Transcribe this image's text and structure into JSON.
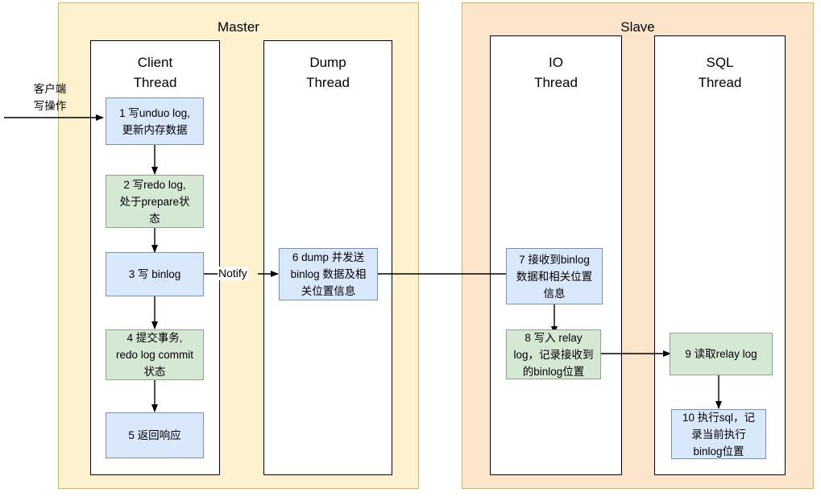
{
  "diagram": {
    "title_master": "Master",
    "title_slave": "Slave",
    "external_label": "客户端\n写操作",
    "notify_label": "Notify"
  },
  "colors": {
    "master_panel_fill": "#fdf1ce",
    "slave_panel_fill": "#fde5cc",
    "panel_stroke": "#d6b656",
    "lane_fill": "#ffffff",
    "lane_stroke": "#000000",
    "blue_fill": "#dae8fc",
    "blue_stroke": "#7094b8",
    "green_fill": "#d5e8d4",
    "green_stroke": "#85ab7f",
    "edge_stroke": "#000000"
  },
  "lanes": [
    {
      "id": "client-thread",
      "title": "Client\nThread",
      "panel": "master"
    },
    {
      "id": "dump-thread",
      "title": "Dump\nThread",
      "panel": "master"
    },
    {
      "id": "io-thread",
      "title": "IO\nThread",
      "panel": "slave"
    },
    {
      "id": "sql-thread",
      "title": "SQL\nThread",
      "panel": "slave"
    }
  ],
  "nodes": [
    {
      "id": "step1",
      "lane": "client-thread",
      "color": "blue",
      "text": "1 写unduo log,\n更新内存数据"
    },
    {
      "id": "step2",
      "lane": "client-thread",
      "color": "green",
      "text": "2 写redo log,\n处于prepare状\n态"
    },
    {
      "id": "step3",
      "lane": "client-thread",
      "color": "blue",
      "text": "3 写 binlog"
    },
    {
      "id": "step4",
      "lane": "client-thread",
      "color": "green",
      "text": "4 提交事务,\nredo log commit\n状态"
    },
    {
      "id": "step5",
      "lane": "client-thread",
      "color": "blue",
      "text": "5 返回响应"
    },
    {
      "id": "step6",
      "lane": "dump-thread",
      "color": "blue",
      "text": "6 dump 并发送\nbinlog 数据及相\n关位置信息"
    },
    {
      "id": "step7",
      "lane": "io-thread",
      "color": "blue",
      "text": "7 接收到binlog\n数据和相关位置\n信息"
    },
    {
      "id": "step8",
      "lane": "io-thread",
      "color": "green",
      "text": "8 写入 relay\nlog，记录接收到\n的binlog位置"
    },
    {
      "id": "step9",
      "lane": "sql-thread",
      "color": "green",
      "text": "9 读取relay log"
    },
    {
      "id": "step10",
      "lane": "sql-thread",
      "color": "blue",
      "text": "10 执行sql，记\n录当前执行\nbinlog位置"
    }
  ],
  "edges": [
    {
      "id": "edge-client-in",
      "from": "external",
      "to": "step1",
      "arrow": true
    },
    {
      "id": "edge-1-2",
      "from": "step1",
      "to": "step2",
      "arrow": true
    },
    {
      "id": "edge-2-3",
      "from": "step2",
      "to": "step3",
      "arrow": true
    },
    {
      "id": "edge-3-4",
      "from": "step3",
      "to": "step4",
      "arrow": true
    },
    {
      "id": "edge-4-5",
      "from": "step4",
      "to": "step5",
      "arrow": true
    },
    {
      "id": "edge-3-6",
      "from": "step3",
      "to": "step6",
      "arrow": true,
      "label": "Notify"
    },
    {
      "id": "edge-6-7",
      "from": "step6",
      "to": "step7",
      "arrow": false
    },
    {
      "id": "edge-7-8",
      "from": "step7",
      "to": "step8",
      "arrow": true
    },
    {
      "id": "edge-8-9",
      "from": "step8",
      "to": "step9",
      "arrow": true
    },
    {
      "id": "edge-9-10",
      "from": "step9",
      "to": "step10",
      "arrow": true
    }
  ]
}
